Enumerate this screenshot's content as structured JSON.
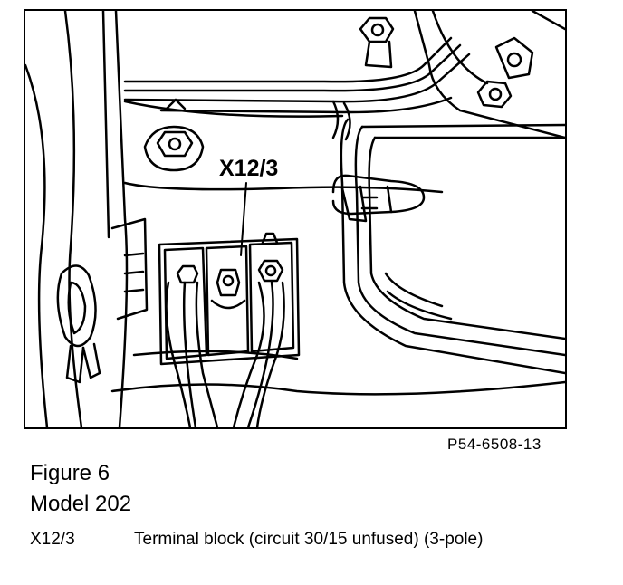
{
  "diagram": {
    "callout_label": "X12/3",
    "image_code": "P54-6508-13"
  },
  "caption": {
    "figure": "Figure 6",
    "model": "Model 202"
  },
  "legend": [
    {
      "key": "X12/3",
      "description": "Terminal block (circuit 30/15 unfused) (3-pole)"
    }
  ]
}
